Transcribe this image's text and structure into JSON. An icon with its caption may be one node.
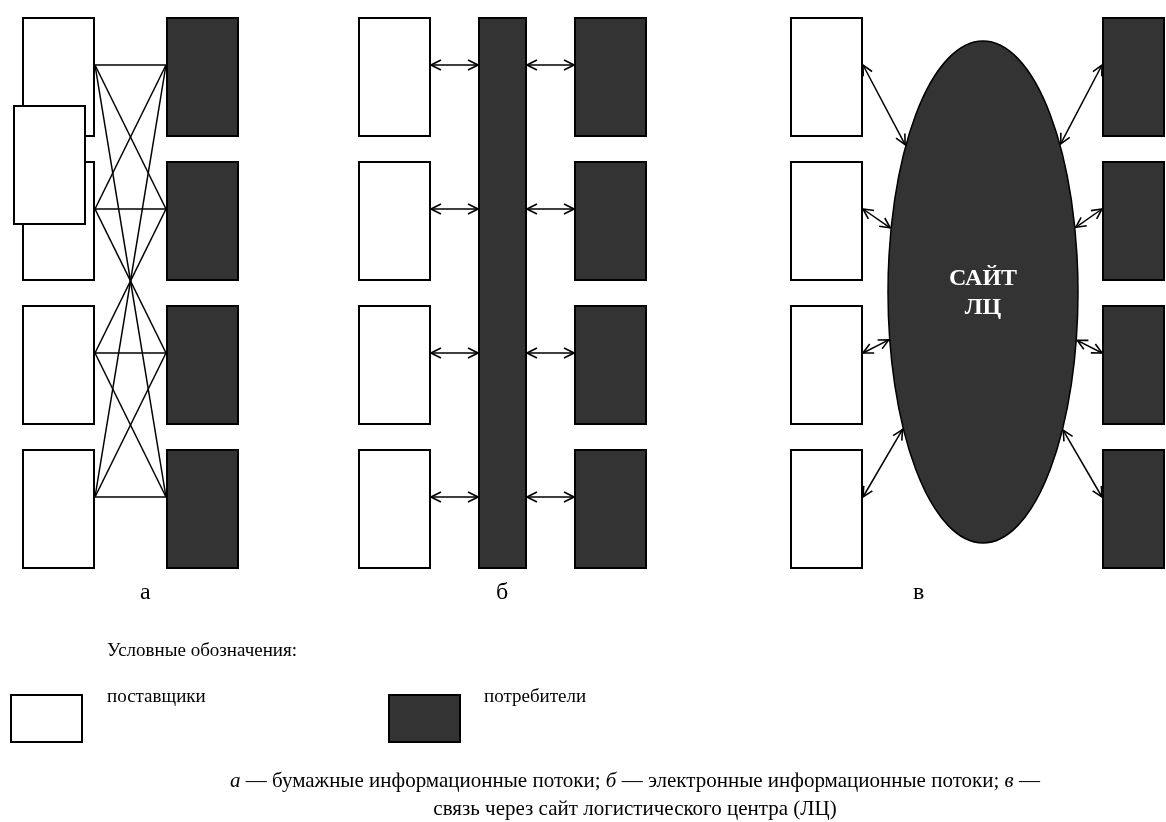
{
  "diagram": {
    "caption": "*а* — бумажные информационные потоки; *б* — электронные информационные потоки; *в* — связь через сайт логистического центра (ЛЦ)",
    "nodes": [
      {
        "text": [],
        "shape": "box"
      },
      {
        "text": [],
        "shape": "box"
      },
      {
        "text": [],
        "shape": "box"
      },
      {
        "text": [],
        "shape": "box"
      },
      {
        "text": [],
        "shape": "box"
      },
      {
        "text": [],
        "shape": "box"
      },
      {
        "text": [],
        "shape": "box"
      },
      {
        "text": [],
        "shape": "box"
      },
      {
        "text": [],
        "shape": "box"
      },
      {
        "text": [],
        "shape": "box"
      },
      {
        "text": [],
        "shape": "box"
      },
      {
        "text": [],
        "shape": "box"
      },
      {
        "text": [],
        "shape": "box"
      },
      {
        "text": [],
        "shape": "bar"
      },
      {
        "text": [],
        "shape": "box"
      },
      {
        "text": [],
        "shape": "box"
      },
      {
        "text": [],
        "shape": "box"
      },
      {
        "text": [],
        "shape": "box"
      },
      {
        "text": [],
        "shape": "box"
      },
      {
        "text": [],
        "shape": "box"
      },
      {
        "text": [],
        "shape": "box"
      },
      {
        "text": [],
        "shape": "box"
      },
      {
        "text": [
          "САЙТ ЛЦ"
        ]
      },
      {
        "text": [],
        "shape": "box"
      },
      {
        "text": [],
        "shape": "box"
      },
      {
        "text": [],
        "shape": "box"
      },
      {
        "text": [],
        "shape": "box"
      }
    ],
    "edges": [
      {
        "from": 0,
        "to": 5,
        "arrow": "none"
      },
      {
        "from": 0,
        "to": 6,
        "arrow": "none"
      },
      {
        "from": 0,
        "to": 8,
        "arrow": "none"
      },
      {
        "from": 1,
        "to": 5,
        "arrow": "none"
      },
      {
        "from": 1,
        "to": 6,
        "arrow": "none"
      },
      {
        "from": 1,
        "to": 7,
        "arrow": "none"
      },
      {
        "from": 2,
        "to": 6,
        "arrow": "none"
      },
      {
        "from": 2,
        "to": 7,
        "arrow": "none"
      },
      {
        "from": 2,
        "to": 8,
        "arrow": "none"
      },
      {
        "from": 3,
        "to": 5,
        "arrow": "none"
      },
      {
        "from": 3,
        "to": 7,
        "arrow": "none"
      },
      {
        "from": 3,
        "to": 8,
        "arrow": "none"
      },
      {
        "from": 9,
        "to": 13,
        "arrow": "both"
      },
      {
        "from": 13,
        "to": 14,
        "arrow": "both"
      },
      {
        "from": 10,
        "to": 13,
        "arrow": "both"
      },
      {
        "from": 13,
        "to": 15,
        "arrow": "both"
      },
      {
        "from": 11,
        "to": 13,
        "arrow": "both"
      },
      {
        "from": 13,
        "to": 16,
        "arrow": "both"
      },
      {
        "from": 12,
        "to": 13,
        "arrow": "both"
      },
      {
        "from": 13,
        "to": 17,
        "arrow": "both"
      },
      {
        "from": 18,
        "to": 22,
        "arrow": "both"
      },
      {
        "from": 22,
        "to": 23,
        "arrow": "both"
      },
      {
        "from": 19,
        "to": 22,
        "arrow": "both"
      },
      {
        "from": 22,
        "to": 24,
        "arrow": "both"
      },
      {
        "from": 20,
        "to": 22,
        "arrow": "both"
      },
      {
        "from": 22,
        "to": 25,
        "arrow": "both"
      },
      {
        "from": 21,
        "to": 22,
        "arrow": "both"
      },
      {
        "from": 22,
        "to": 26,
        "arrow": "both"
      }
    ],
    "labels": [
      "а",
      "б",
      "в",
      "Условные обозначения:"
    ],
    "legend": [
      {
        "text": "поставщики",
        "color": "#ffffff"
      },
      {
        "text": "потребители",
        "color": "#333333"
      }
    ]
  }
}
